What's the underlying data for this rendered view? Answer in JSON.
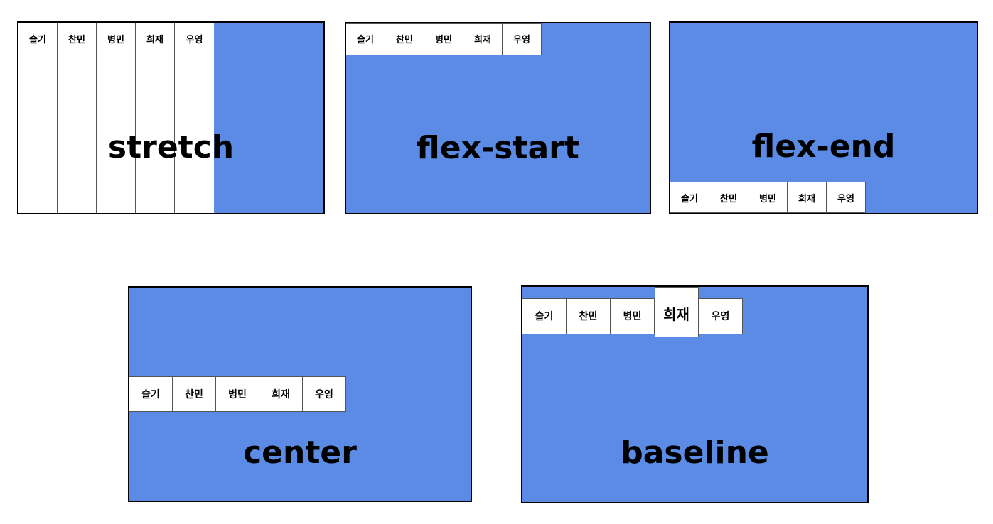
{
  "colors": {
    "container_fill": "#5b8be5",
    "item_fill": "#ffffff",
    "border": "#000000"
  },
  "items": [
    "슬기",
    "찬민",
    "병민",
    "희재",
    "우영"
  ],
  "panels": {
    "stretch": {
      "label": "stretch"
    },
    "start": {
      "label": "flex-start"
    },
    "end": {
      "label": "flex-end"
    },
    "center": {
      "label": "center"
    },
    "baseline": {
      "label": "baseline"
    }
  }
}
